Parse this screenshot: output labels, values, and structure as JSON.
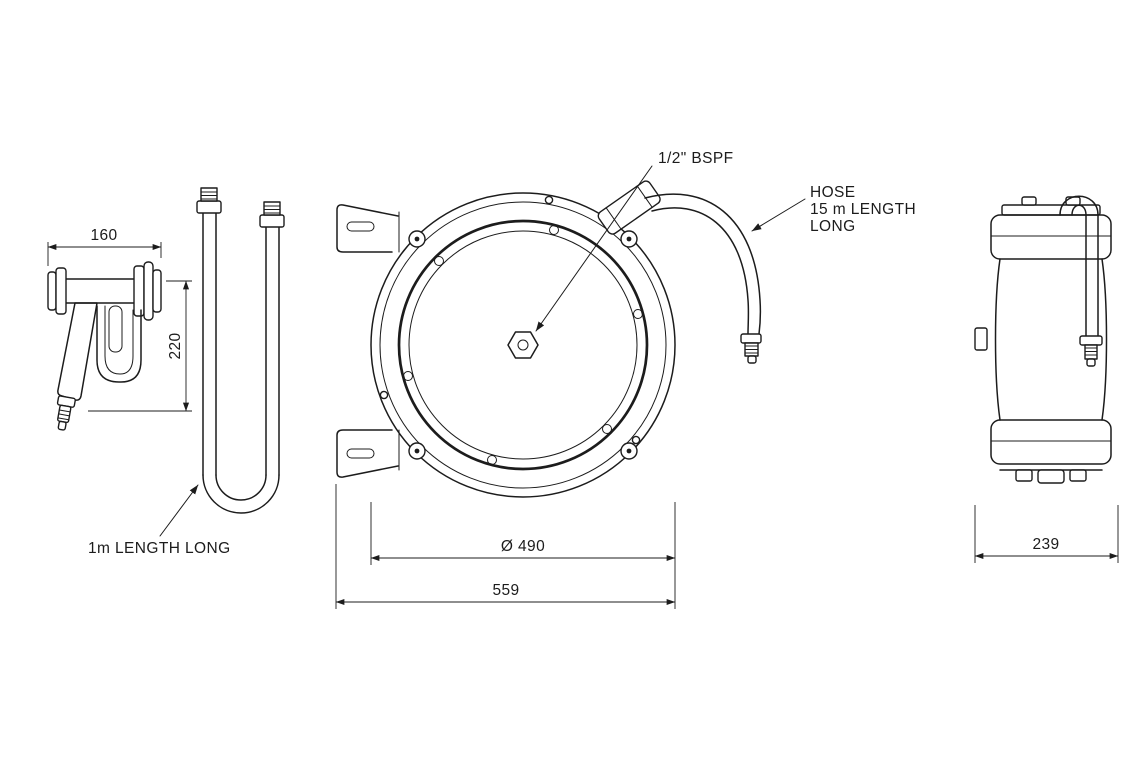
{
  "drawing": {
    "colors": {
      "line": "#1c1c1c",
      "background": "#ffffff"
    },
    "views": {
      "gun": {
        "dim_width": "160",
        "dim_height": "220"
      },
      "inlet_hose": {
        "label": "1m LENGTH LONG"
      },
      "front": {
        "fitting_label": "1/2\" BSPF",
        "hose_label_line1": "HOSE",
        "hose_label_line2": "15 m LENGTH",
        "hose_label_line3": "LONG",
        "dim_diameter": "Ø 490",
        "dim_overall": "559"
      },
      "side": {
        "dim_depth": "239"
      }
    }
  }
}
